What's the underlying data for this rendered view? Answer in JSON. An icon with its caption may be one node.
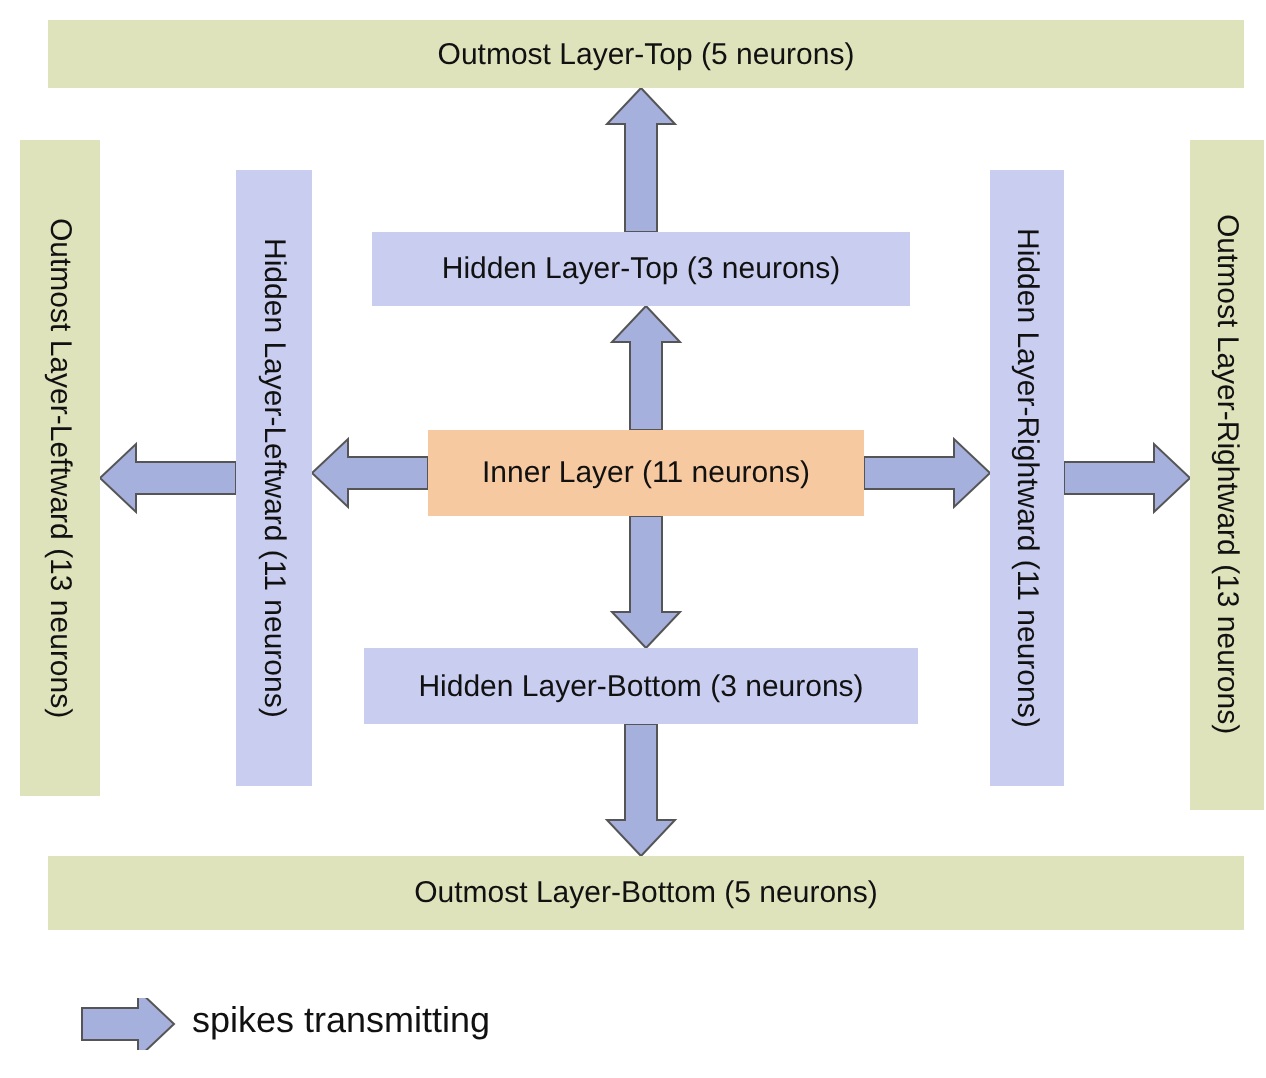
{
  "diagram": {
    "nodes": [
      {
        "text": [
          "Outmost Layer-Top (5 neurons)"
        ]
      },
      {
        "text": [
          "Outmost Layer-Leftward (13 neurons)"
        ]
      },
      {
        "text": [
          "Hidden Layer-Leftward (11 neurons)"
        ]
      },
      {
        "text": [
          "Hidden Layer-Top (3 neurons)"
        ]
      },
      {
        "text": [
          "Inner Layer (11 neurons)"
        ]
      },
      {
        "text": [
          "Hidden Layer-Rightward (11 neurons)"
        ]
      },
      {
        "text": [
          "Outmost Layer-Rightward (13 neurons)"
        ]
      },
      {
        "text": [
          "Hidden Layer-Bottom (3 neurons)"
        ]
      },
      {
        "text": [
          "Outmost Layer-Bottom (5 neurons)"
        ]
      }
    ],
    "edges": [
      {
        "from": 4,
        "to": 3,
        "arrow": "to"
      },
      {
        "from": 3,
        "to": 0,
        "arrow": "to"
      },
      {
        "from": 4,
        "to": 2,
        "arrow": "to"
      },
      {
        "from": 2,
        "to": 1,
        "arrow": "to"
      },
      {
        "from": 4,
        "to": 5,
        "arrow": "to"
      },
      {
        "from": 5,
        "to": 6,
        "arrow": "to"
      },
      {
        "from": 4,
        "to": 7,
        "arrow": "to"
      },
      {
        "from": 7,
        "to": 8,
        "arrow": "to"
      }
    ],
    "legend": [
      {
        "text": "spikes transmitting"
      }
    ]
  }
}
